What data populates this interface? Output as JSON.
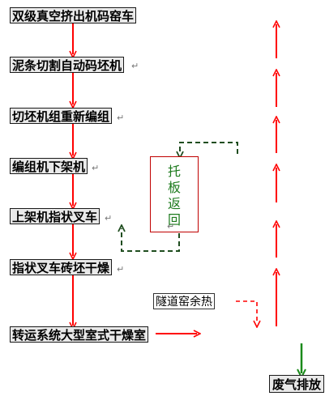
{
  "steps": [
    {
      "label": "双级真空挤出机码窑车"
    },
    {
      "label": "泥条切割自动码坯机"
    },
    {
      "label": "切坯机组重新编组"
    },
    {
      "label": "编组机下架机"
    },
    {
      "label": "上架机指状叉车"
    },
    {
      "label": "指状叉车砖坯干燥"
    },
    {
      "label": "转运系统大型室式干燥室"
    }
  ],
  "pallet_return": {
    "chars": [
      "托",
      "板",
      "返",
      "回"
    ]
  },
  "tunnel_heat": {
    "label": "隧道窑余热"
  },
  "exhaust": {
    "label": "废气排放"
  },
  "paragraph_mark": "↵",
  "colors": {
    "flow_arrow": "#ff0000",
    "return_arrow": "#1f4d1f",
    "exhaust_arrow": "#1a8a1a",
    "box_border": "#c00000",
    "label_bg": "#e9e9e9"
  }
}
